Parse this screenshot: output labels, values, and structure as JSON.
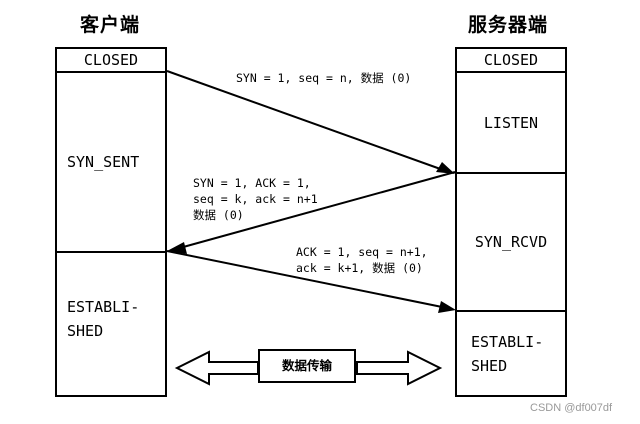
{
  "client": {
    "title": "客户端",
    "states": [
      "CLOSED",
      "SYN_SENT",
      "ESTABLI-\nSHED"
    ]
  },
  "server": {
    "title": "服务器端",
    "states": [
      "CLOSED",
      "LISTEN",
      "SYN_RCVD",
      "ESTABLI-\nSHED"
    ]
  },
  "messages": {
    "m1": "SYN = 1, seq = n, 数据 (0)",
    "m2": "SYN = 1, ACK = 1,\nseq = k, ack = n+1\n数据 (0)",
    "m3": "ACK = 1, seq = n+1,\nack = k+1, 数据 (0)"
  },
  "data_transfer": "数据传输",
  "watermark": "CSDN @df007df"
}
